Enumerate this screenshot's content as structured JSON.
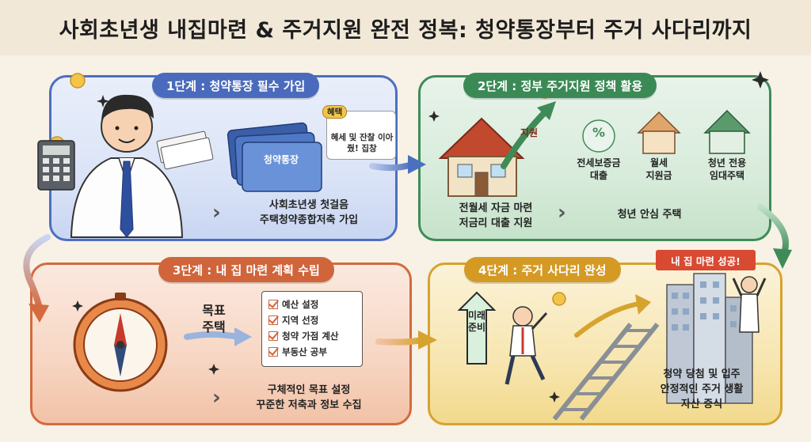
{
  "title": "사회초년생 내집마련 & 주거지원 완전 정복: 청약통장부터 주거 사다리까지",
  "stage1": {
    "label": "1단계 : 청약통장 필수 가입",
    "bankbook_label": "청약통장",
    "benefit_tag": "혜택",
    "benefit_note": "혜세 및 잔찰 이아줬! 집창",
    "caption_line1": "사회초년생 첫걸음",
    "caption_line2": "주택청약종합저축 가입"
  },
  "stage2": {
    "label": "2단계 : 정부 주거지원 정책 활용",
    "house_sign": "지원",
    "item1_line1": "전세보증금",
    "item1_line2": "대출",
    "item2_line1": "월세",
    "item2_line2": "지원금",
    "item3_line1": "청년 전용",
    "item3_line2": "임대주택",
    "caption_left_line1": "전월세 자금 마련",
    "caption_left_line2": "저금리 대출 지원",
    "caption_right": "청년 안심 주택"
  },
  "stage3": {
    "label": "3단계 : 내 집 마련 계획 수립",
    "goal_line1": "목표",
    "goal_line2": "주택",
    "checklist": [
      "예산 설정",
      "지역 선정",
      "청약 가점 계산",
      "부동산 공부"
    ],
    "caption_line1": "구체적인 목표 설정",
    "caption_line2": "꾸준한 저축과 정보 수집"
  },
  "stage4": {
    "label": "4단계 : 주거 사다리 완성",
    "future_line1": "미래",
    "future_line2": "준비",
    "success": "내 집 마련 성공!",
    "caption_line1": "청약 당첨 및 입주",
    "caption_line2": "안정적인 주거 생활",
    "caption_line3": "자산 증식"
  },
  "colors": {
    "stage1": "#4a6bbd",
    "stage2": "#3b8a55",
    "stage3": "#d0643a",
    "stage4": "#d49a24"
  }
}
